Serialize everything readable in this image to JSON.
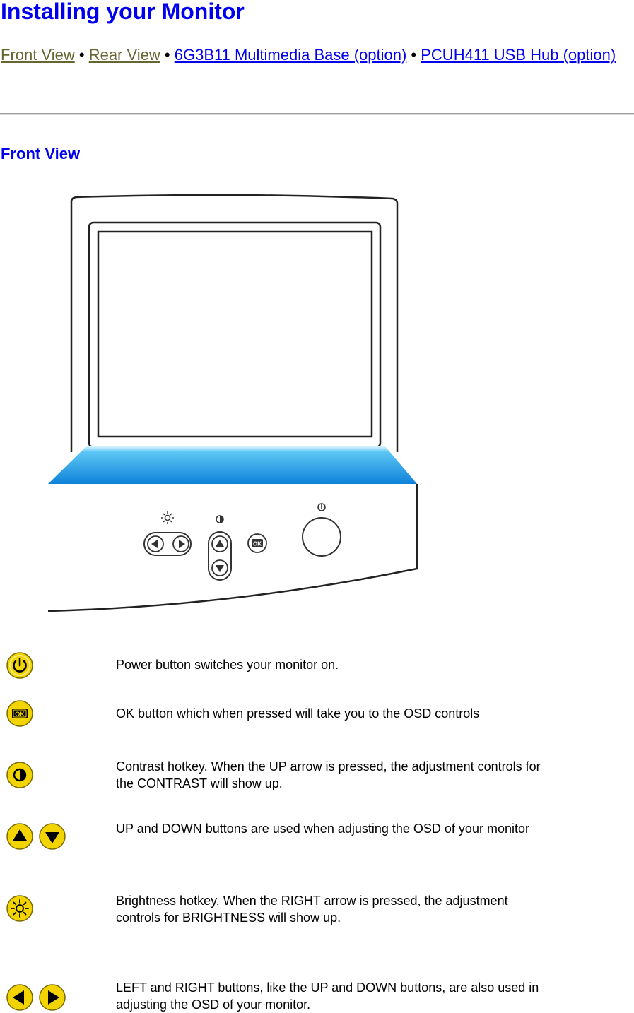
{
  "page": {
    "title": "Installing your Monitor",
    "nav": [
      {
        "label": "Front View",
        "state": "visited"
      },
      {
        "label": "Rear View",
        "state": "visited"
      },
      {
        "label": "6G3B11 Multimedia Base (option)",
        "state": "link"
      },
      {
        "label": "PCUH411 USB Hub (option)",
        "state": "link"
      }
    ],
    "nav_separator": "•",
    "section_title": "Front View"
  },
  "colors": {
    "link": "#0000ee",
    "visited": "#666633",
    "icon_fill": "#f2d400",
    "icon_stroke": "#7a6a00",
    "bezel_blue": "#1a8fe0"
  },
  "monitor_panel_icons": [
    "brightness-sun-icon",
    "contrast-icon",
    "left-arrow-icon",
    "right-arrow-icon",
    "up-arrow-icon",
    "down-arrow-icon",
    "ok-icon",
    "power-icon"
  ],
  "controls": [
    {
      "icons": [
        "power-icon"
      ],
      "text": "Power button switches your monitor on."
    },
    {
      "icons": [
        "ok-icon"
      ],
      "text": "OK button which when pressed will take you to the OSD controls"
    },
    {
      "icons": [
        "contrast-icon"
      ],
      "text": "Contrast hotkey. When the UP arrow is pressed, the adjustment controls for the CONTRAST will show up."
    },
    {
      "icons": [
        "up-arrow-icon",
        "down-arrow-icon"
      ],
      "text": "UP and DOWN buttons are used when adjusting the OSD of your monitor"
    },
    {
      "icons": [
        "brightness-icon"
      ],
      "text": "Brightness hotkey. When the RIGHT arrow is pressed, the adjustment controls for BRIGHTNESS will show up."
    },
    {
      "icons": [
        "left-arrow-icon",
        "right-arrow-icon"
      ],
      "text": "LEFT and RIGHT buttons, like the UP and DOWN buttons, are also used in adjusting the OSD of your monitor."
    }
  ]
}
